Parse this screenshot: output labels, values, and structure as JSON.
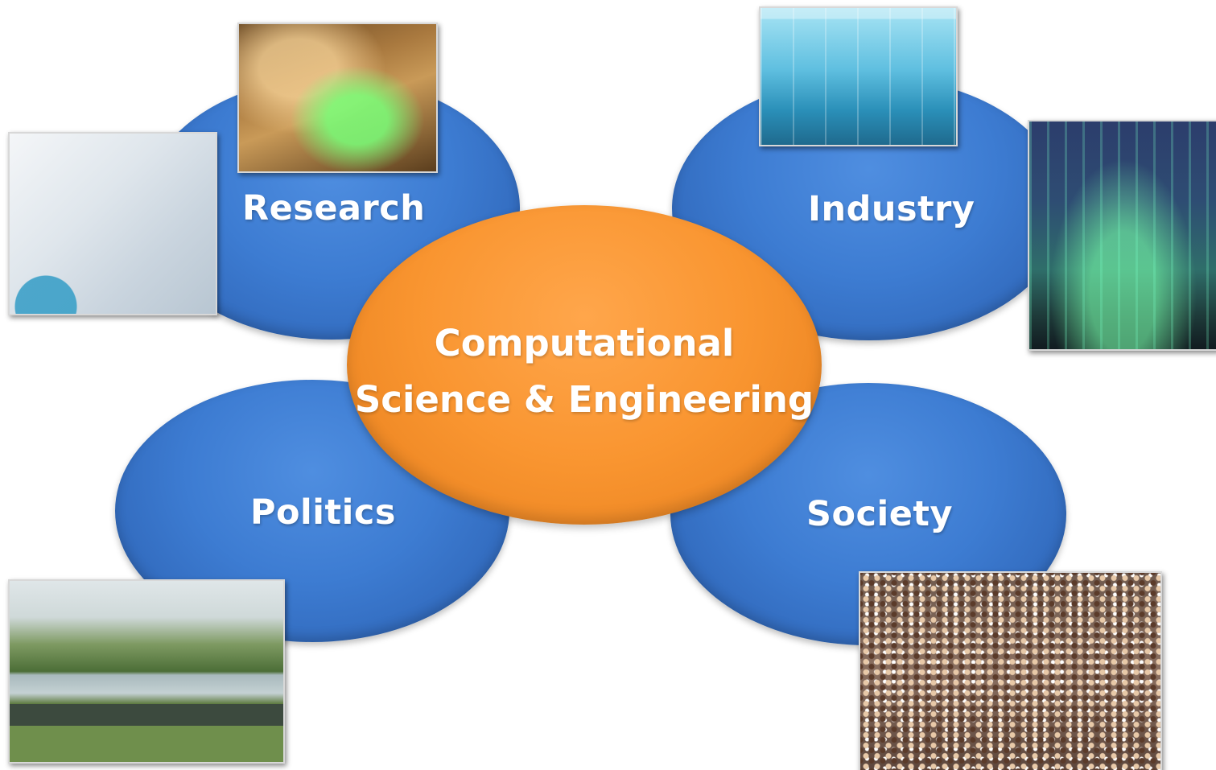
{
  "diagram": {
    "center": {
      "line1": "Computational",
      "line2": "Science & Engineering"
    },
    "nodes": {
      "research": "Research",
      "industry": "Industry",
      "politics": "Politics",
      "society": "Society"
    }
  },
  "colors": {
    "center_fill": "#F99530",
    "node_fill": "#3D7CD2",
    "label_text": "#FFFFFF"
  }
}
